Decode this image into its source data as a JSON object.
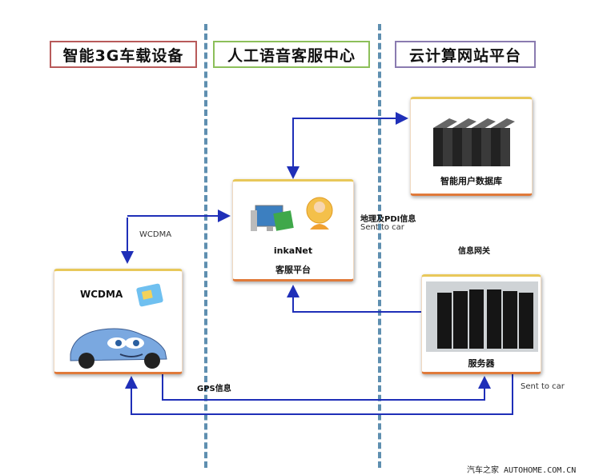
{
  "headers": {
    "vehicle": "智能3G车载设备",
    "voice": "人工语音客服中心",
    "cloud": "云计算网站平台"
  },
  "nodes": {
    "database": {
      "label": "智能用户数据库"
    },
    "platform": {
      "name": "inkaNet",
      "label": "客服平台"
    },
    "car_device": {
      "label": "WCDMA"
    },
    "server": {
      "label": "服务器"
    }
  },
  "edge_labels": {
    "wcdma": "WCDMA",
    "geo_info": "地理及PDI信息",
    "sent_to_car_1": "Sent to car",
    "info_gateway": "信息网关",
    "gps_info": "GPS信息",
    "sent_to_car_2": "Sent to car"
  },
  "watermark": "汽车之家 AUTOHOME.COM.CN",
  "colors": {
    "arrow": "#1f2fb8",
    "divider": "#5e8fb0"
  }
}
